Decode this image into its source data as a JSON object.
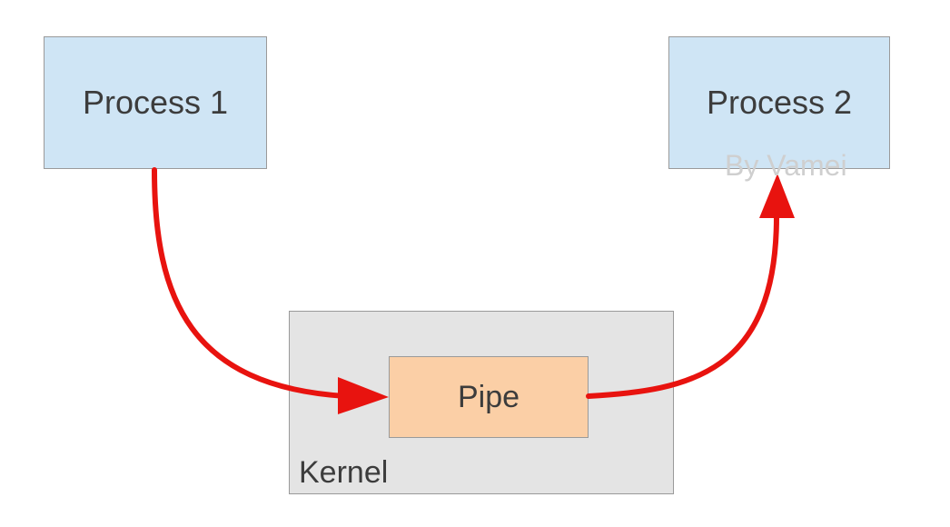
{
  "diagram": {
    "nodes": {
      "process1": "Process 1",
      "process2": "Process 2",
      "pipe": "Pipe",
      "kernel": "Kernel"
    },
    "watermark": "By Vamei",
    "edges": [
      {
        "from": "Process 1",
        "to": "Pipe"
      },
      {
        "from": "Pipe",
        "to": "Process 2"
      }
    ],
    "colors": {
      "process_fill": "#cfe5f5",
      "kernel_fill": "#e4e4e4",
      "pipe_fill": "#fbcfa6",
      "arrow": "#e8130f",
      "border": "#9a9a9a",
      "text": "#3c3c3c",
      "watermark": "#cfcfcf"
    }
  }
}
